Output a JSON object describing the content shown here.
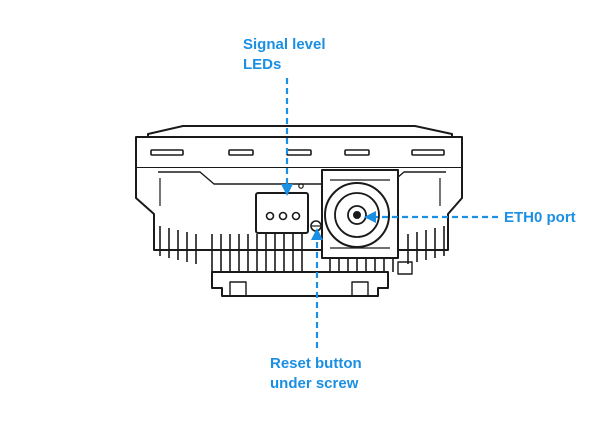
{
  "callouts": {
    "signal_leds": {
      "line1": "Signal level",
      "line2": "LEDs"
    },
    "eth0_port": {
      "label": "ETH0 port"
    },
    "reset_button": {
      "line1": "Reset button",
      "line2": "under screw"
    }
  },
  "colors": {
    "callout": "#1a8fe3",
    "outline": "#1a1a1a"
  },
  "led_count": 3
}
